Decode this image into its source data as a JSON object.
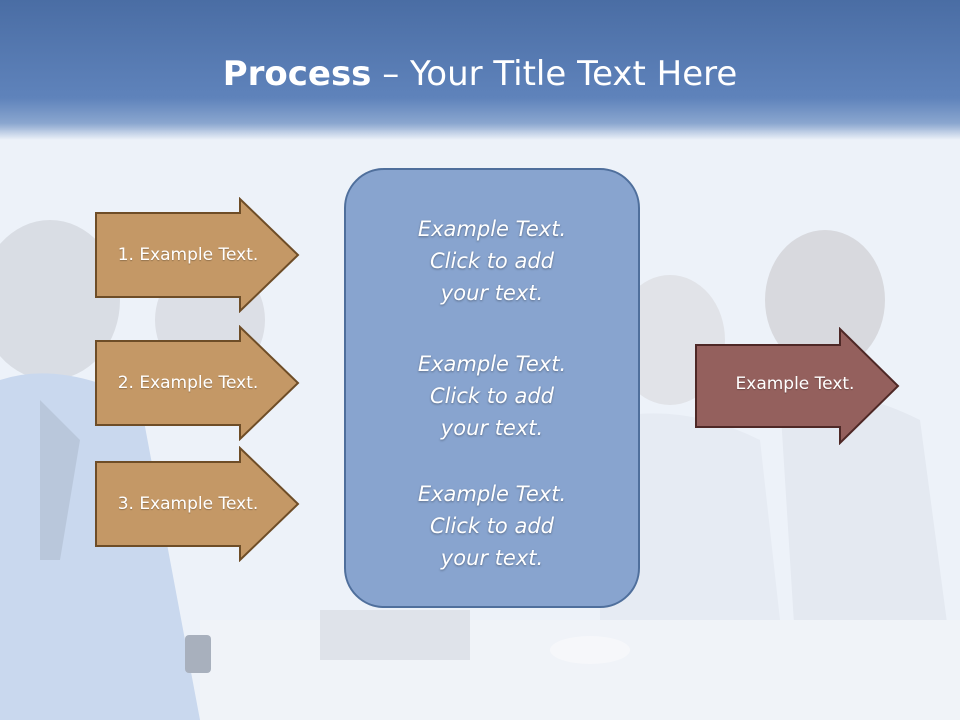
{
  "title": {
    "strong": "Process",
    "rest": " – Your Title Text Here"
  },
  "input_arrows": [
    {
      "label": "1. Example Text."
    },
    {
      "label": "2. Example Text."
    },
    {
      "label": "3. Example Text."
    }
  ],
  "center_box": {
    "blocks": [
      {
        "text": "Example Text.\nClick  to add\nyour text."
      },
      {
        "text": "Example Text.\nClick  to add\nyour text."
      },
      {
        "text": "Example Text.\nClick  to add\nyour text."
      }
    ]
  },
  "output_arrow": {
    "label": "Example Text."
  },
  "colors": {
    "header": "#5f83bb",
    "input_arrow_fill": "#c49866",
    "input_arrow_stroke": "#6e4d27",
    "output_arrow_fill": "#94605d",
    "output_arrow_stroke": "#4e2826",
    "center_box_fill": "#88a4cf",
    "center_box_stroke": "#4f6f9c"
  }
}
